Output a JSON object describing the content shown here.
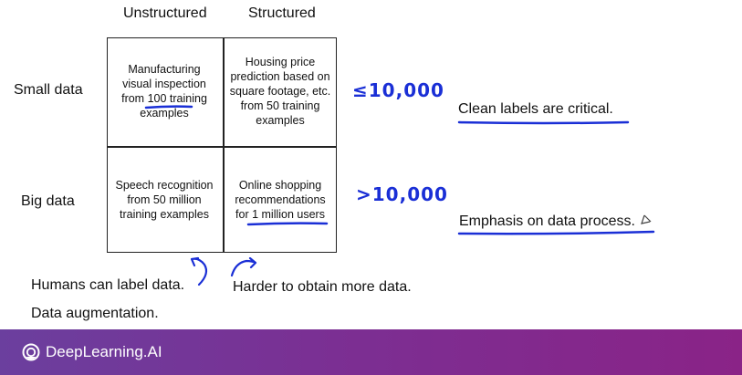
{
  "columns": {
    "unstructured": "Unstructured",
    "structured": "Structured"
  },
  "rows": {
    "small": "Small data",
    "big": "Big data"
  },
  "cells": {
    "small_unstructured_pre": "Manufacturing visual inspection from ",
    "small_unstructured_num": "100 training",
    "small_unstructured_post": " examples",
    "small_structured": "Housing price prediction based on square footage, etc. from 50 training examples",
    "big_unstructured": "Speech recognition from 50 million training examples",
    "big_structured_pre": "Online shopping recommendations for ",
    "big_structured_num": "1 million users"
  },
  "thresholds": {
    "small": "≤10,000",
    "big": ">10,000"
  },
  "notes": {
    "clean_labels": "Clean labels are critical.",
    "emphasis": "Emphasis on data process.",
    "humans_label": "Humans can label data.",
    "augmentation": "Data augmentation.",
    "harder": "Harder to obtain more data."
  },
  "footer": {
    "brand": "DeepLearning.AI"
  },
  "colors": {
    "ink": "#1a2fd6",
    "footer_start": "#6b3f9e",
    "footer_end": "#8a2387"
  }
}
